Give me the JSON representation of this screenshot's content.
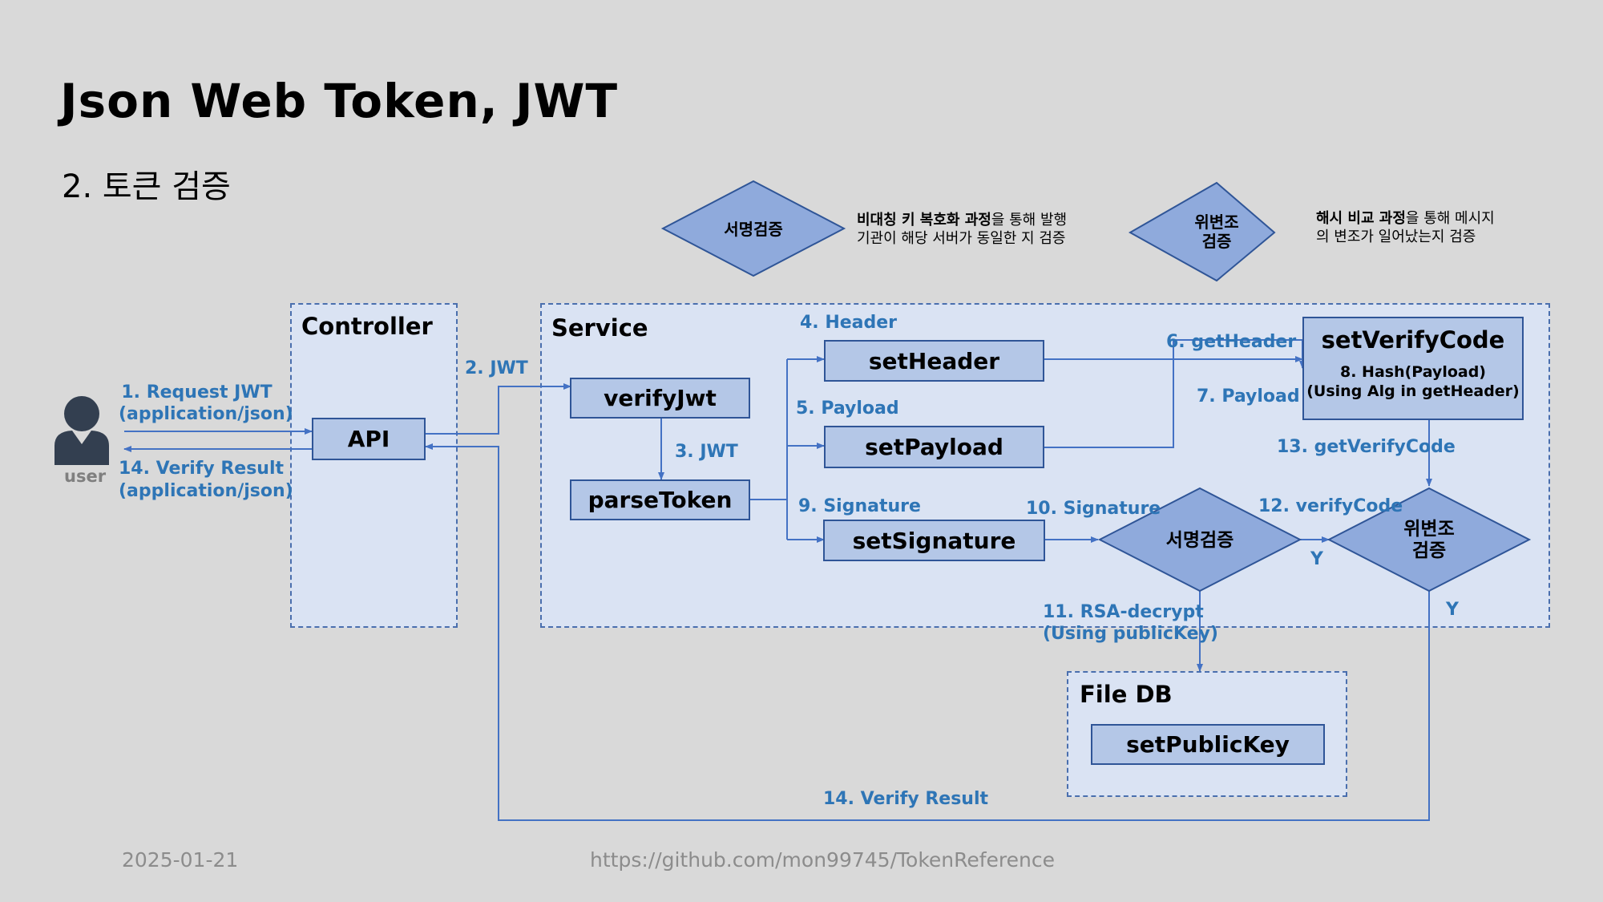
{
  "title": "Json Web Token, JWT",
  "subtitle": "2. 토큰 검증",
  "footer": {
    "date": "2025-01-21",
    "url": "https://github.com/mon99745/TokenReference"
  },
  "legend": [
    {
      "shape": "서명검증",
      "desc_bold": "비대칭 키 복호화 과정",
      "desc_rest_1": "을 통해 발행",
      "desc_line2": "기관이 해당 서버가 동일한 지 검증"
    },
    {
      "shape_l1": "위변조",
      "shape_l2": "검증",
      "desc_bold": "해시 비교 과정",
      "desc_rest_1": "을 통해 메시지",
      "desc_line2": "의 변조가 일어났는지 검증"
    }
  ],
  "user_label": "user",
  "frames": {
    "controller": "Controller",
    "service": "Service",
    "filedb": "File DB"
  },
  "boxes": {
    "api": "API",
    "verifyJwt": "verifyJwt",
    "parseToken": "parseToken",
    "setHeader": "setHeader",
    "setPayload": "setPayload",
    "setSignature": "setSignature",
    "setVerifyCode": "setVerifyCode",
    "setVerifyCode_l1": "8. Hash(Payload)",
    "setVerifyCode_l2": "(Using Alg in getHeader)",
    "setPublicKey": "setPublicKey"
  },
  "diamonds": {
    "sig": "서명검증",
    "forge_l1": "위변조",
    "forge_l2": "검증"
  },
  "labels": {
    "req_l1": "1. Request JWT",
    "req_l2": "(application/json)",
    "jwt2": "2. JWT",
    "jwt3": "3. JWT",
    "header4": "4. Header",
    "payload5": "5. Payload",
    "getHeader6": "6. getHeader",
    "payload7": "7. Payload",
    "sig9": "9. Signature",
    "sig10": "10. Signature",
    "rsa_l1": "11. RSA-decrypt",
    "rsa_l2": "(Using publicKey)",
    "verifyCode12": "12. verifyCode",
    "getVerifyCode13": "13. getVerifyCode",
    "res_l1": "14. Verify Result",
    "res_l2": "(application/json)",
    "result14": "14. Verify Result",
    "y1": "Y",
    "y2": "Y"
  },
  "colors": {
    "frame_fill": "#dae3f3",
    "box_fill": "#b4c7e7",
    "diamond_fill": "#8faadc",
    "stroke": "#2f5597",
    "arrow": "#4472c4",
    "label": "#2e75b6",
    "user": "#333f50"
  }
}
